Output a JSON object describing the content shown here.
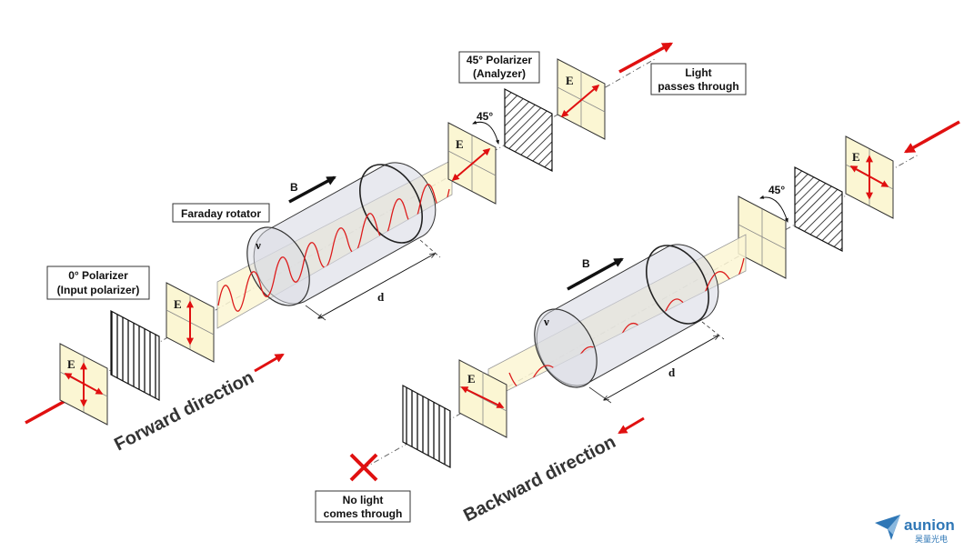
{
  "labels": {
    "input_polarizer": [
      "0° Polarizer",
      "(Input polarizer)"
    ],
    "faraday_rotator": "Faraday rotator",
    "analyzer": [
      "45° Polarizer",
      "(Analyzer)"
    ],
    "light_passes": [
      "Light",
      "passes through"
    ],
    "no_light": [
      "No light",
      "comes through"
    ],
    "forward_direction": "Forward direction",
    "backward_direction": "Backward direction",
    "field_symbol": "E",
    "magnetic_symbol": "B",
    "verdet_symbol": "ν",
    "length_symbol": "d",
    "angle_label": "45°"
  },
  "brand": {
    "name": "aunion",
    "sub": "昊量光电"
  },
  "colors": {
    "field_plane": "#fbf6d3",
    "cylinder": "#d9dbe4",
    "wave": "#dd1c1c",
    "arrow": "#e01010"
  }
}
